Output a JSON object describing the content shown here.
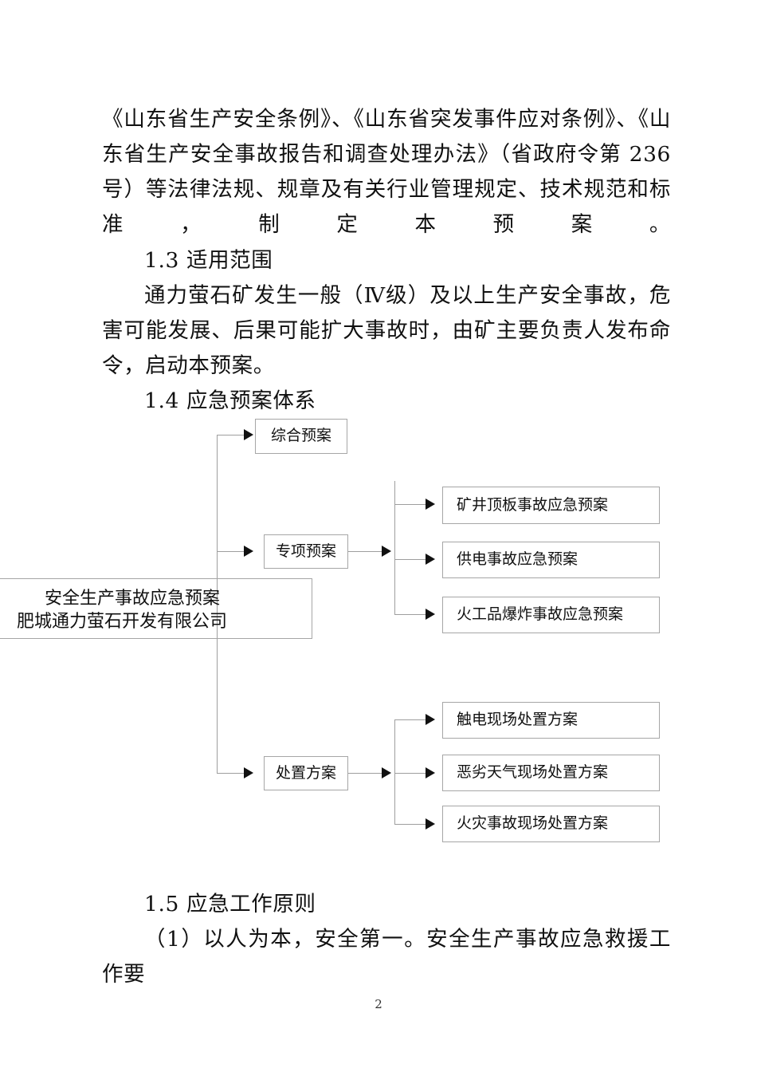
{
  "document": {
    "page_number": "2",
    "paragraphs": [
      {
        "id": "regulations",
        "text": "《山东省生产安全条例》、《山东省突发事件应对条例》、《山东省生产安全事故报告和调查处理办法》（省政府令第 236 号）等法律法规、规章及有关行业管理规定、技术规范和标准，制定本预案。"
      },
      {
        "id": "heading_1_3",
        "text": "1.3 适用范围"
      },
      {
        "id": "scope_body",
        "text": "通力萤石矿发生一般（Ⅳ级）及以上生产安全事故，危害可能发展、后果可能扩大事故时，由矿主要负责人发布命令，启动本预案。"
      },
      {
        "id": "heading_1_4",
        "text": "1.4 应急预案体系"
      },
      {
        "id": "heading_1_5",
        "text": "1.5 应急工作原则"
      },
      {
        "id": "principle_1",
        "text": "（1）以人为本，安全第一。安全生产事故应急救援工作要"
      }
    ]
  },
  "diagram": {
    "root": {
      "line1": "安全生产事故应急预案",
      "line2": "肥城通力萤石开发有限公司"
    },
    "branches": [
      {
        "label": "综合预案",
        "children": []
      },
      {
        "label": "专项预案",
        "children": [
          "矿井顶板事故应急预案",
          "供电事故应急预案",
          "火工品爆炸事故应急预案"
        ]
      },
      {
        "label": "处置方案",
        "children": [
          "触电现场处置方案",
          "恶劣天气现场处置方案",
          "火灾事故现场处置方案"
        ]
      }
    ]
  }
}
